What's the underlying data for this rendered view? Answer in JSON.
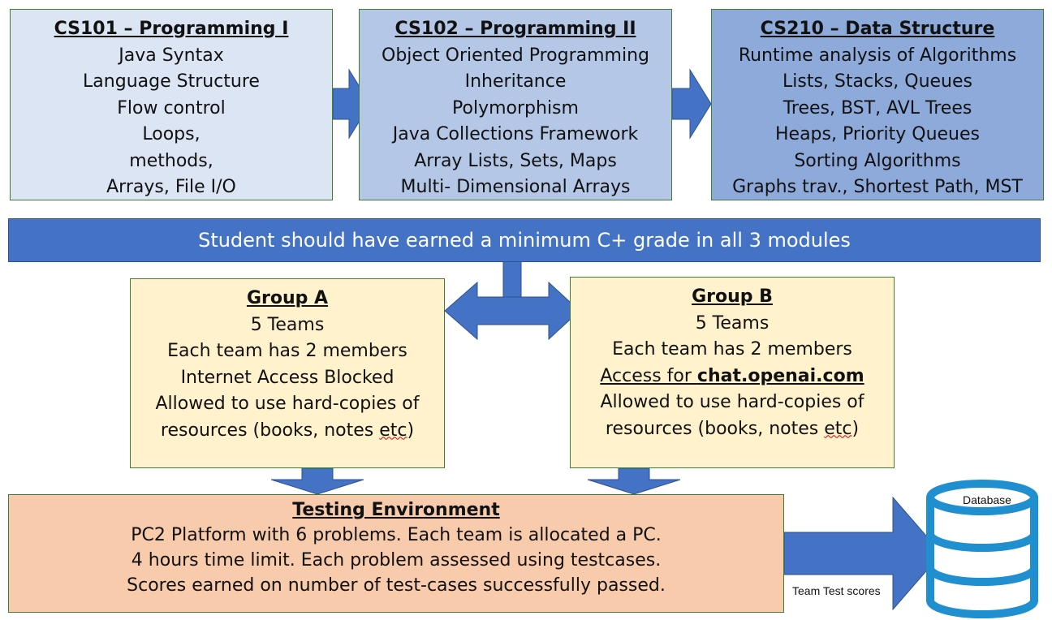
{
  "courses": [
    {
      "title": "CS101 – Programming I",
      "lines": [
        "Java Syntax",
        "Language Structure",
        "Flow control",
        "Loops,",
        "methods,",
        "Arrays, File I/O"
      ]
    },
    {
      "title": "CS102 – Programming II",
      "lines": [
        "Object Oriented Programming",
        "Inheritance",
        "Polymorphism",
        "Java Collections Framework",
        "Array Lists, Sets, Maps",
        "Multi- Dimensional Arrays"
      ]
    },
    {
      "title": "CS210 – Data Structure",
      "lines": [
        "Runtime analysis of Algorithms",
        "Lists, Stacks, Queues",
        "Trees, BST, AVL Trees",
        "Heaps, Priority Queues",
        "Sorting Algorithms",
        "Graphs trav., Shortest Path, MST"
      ]
    }
  ],
  "requirement": "Student should have earned a minimum C+ grade in all 3 modules",
  "groups": [
    {
      "title": "Group A",
      "teams": "5 Teams",
      "members": "Each team has 2 members",
      "access": "Internet Access Blocked",
      "resources_1": "Allowed to use hard-copies of",
      "resources_2_pre": "resources (books, notes ",
      "resources_2_etc": "etc",
      "resources_2_post": ")"
    },
    {
      "title": "Group B",
      "teams": "5 Teams",
      "members": "Each team has 2 members",
      "access_prefix": "Access for ",
      "access_site": "chat.openai.com",
      "resources_1": "Allowed to use hard-copies of",
      "resources_2_pre": "resources (books, notes ",
      "resources_2_etc": "etc",
      "resources_2_post": ")"
    }
  ],
  "testing": {
    "title": "Testing Environment",
    "lines": [
      "PC2 Platform with 6 problems. Each team is allocated a PC.",
      "4 hours time limit. Each problem assessed using testcases.",
      "Scores earned on number of test-cases successfully passed."
    ]
  },
  "database_label": "Database",
  "edge_label": "Team Test scores",
  "colors": {
    "arrow_blue": "#4472c4",
    "course1_fill": "#dbe5f4",
    "course2_fill": "#b4c7e7",
    "course3_fill": "#8eaadb",
    "group_fill": "#fff2cc",
    "testing_fill": "#f8cbad",
    "box_border": "#3f7f2e"
  }
}
